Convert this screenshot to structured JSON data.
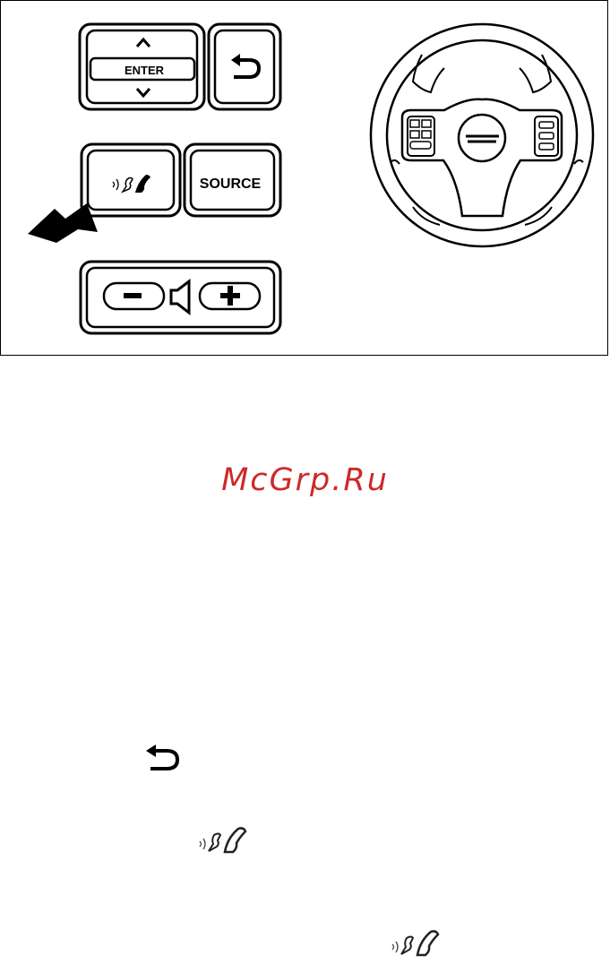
{
  "figure": {
    "controls": {
      "enter_label": "ENTER",
      "source_label": "SOURCE"
    },
    "icons": {
      "up": "chevron-up-icon",
      "down": "chevron-down-icon",
      "back": "back-arrow-icon",
      "talk": "talk-phone-icon",
      "volume_down": "minus-icon",
      "volume": "speaker-icon",
      "volume_up": "plus-icon",
      "pointer": "pointer-arrow-icon",
      "wheel": "steering-wheel-icon"
    }
  },
  "watermark": {
    "text": "McGrp.Ru",
    "color": "#cc2a2a"
  },
  "inline_icons": [
    "back-arrow-icon",
    "talk-phone-icon",
    "talk-phone-icon"
  ]
}
